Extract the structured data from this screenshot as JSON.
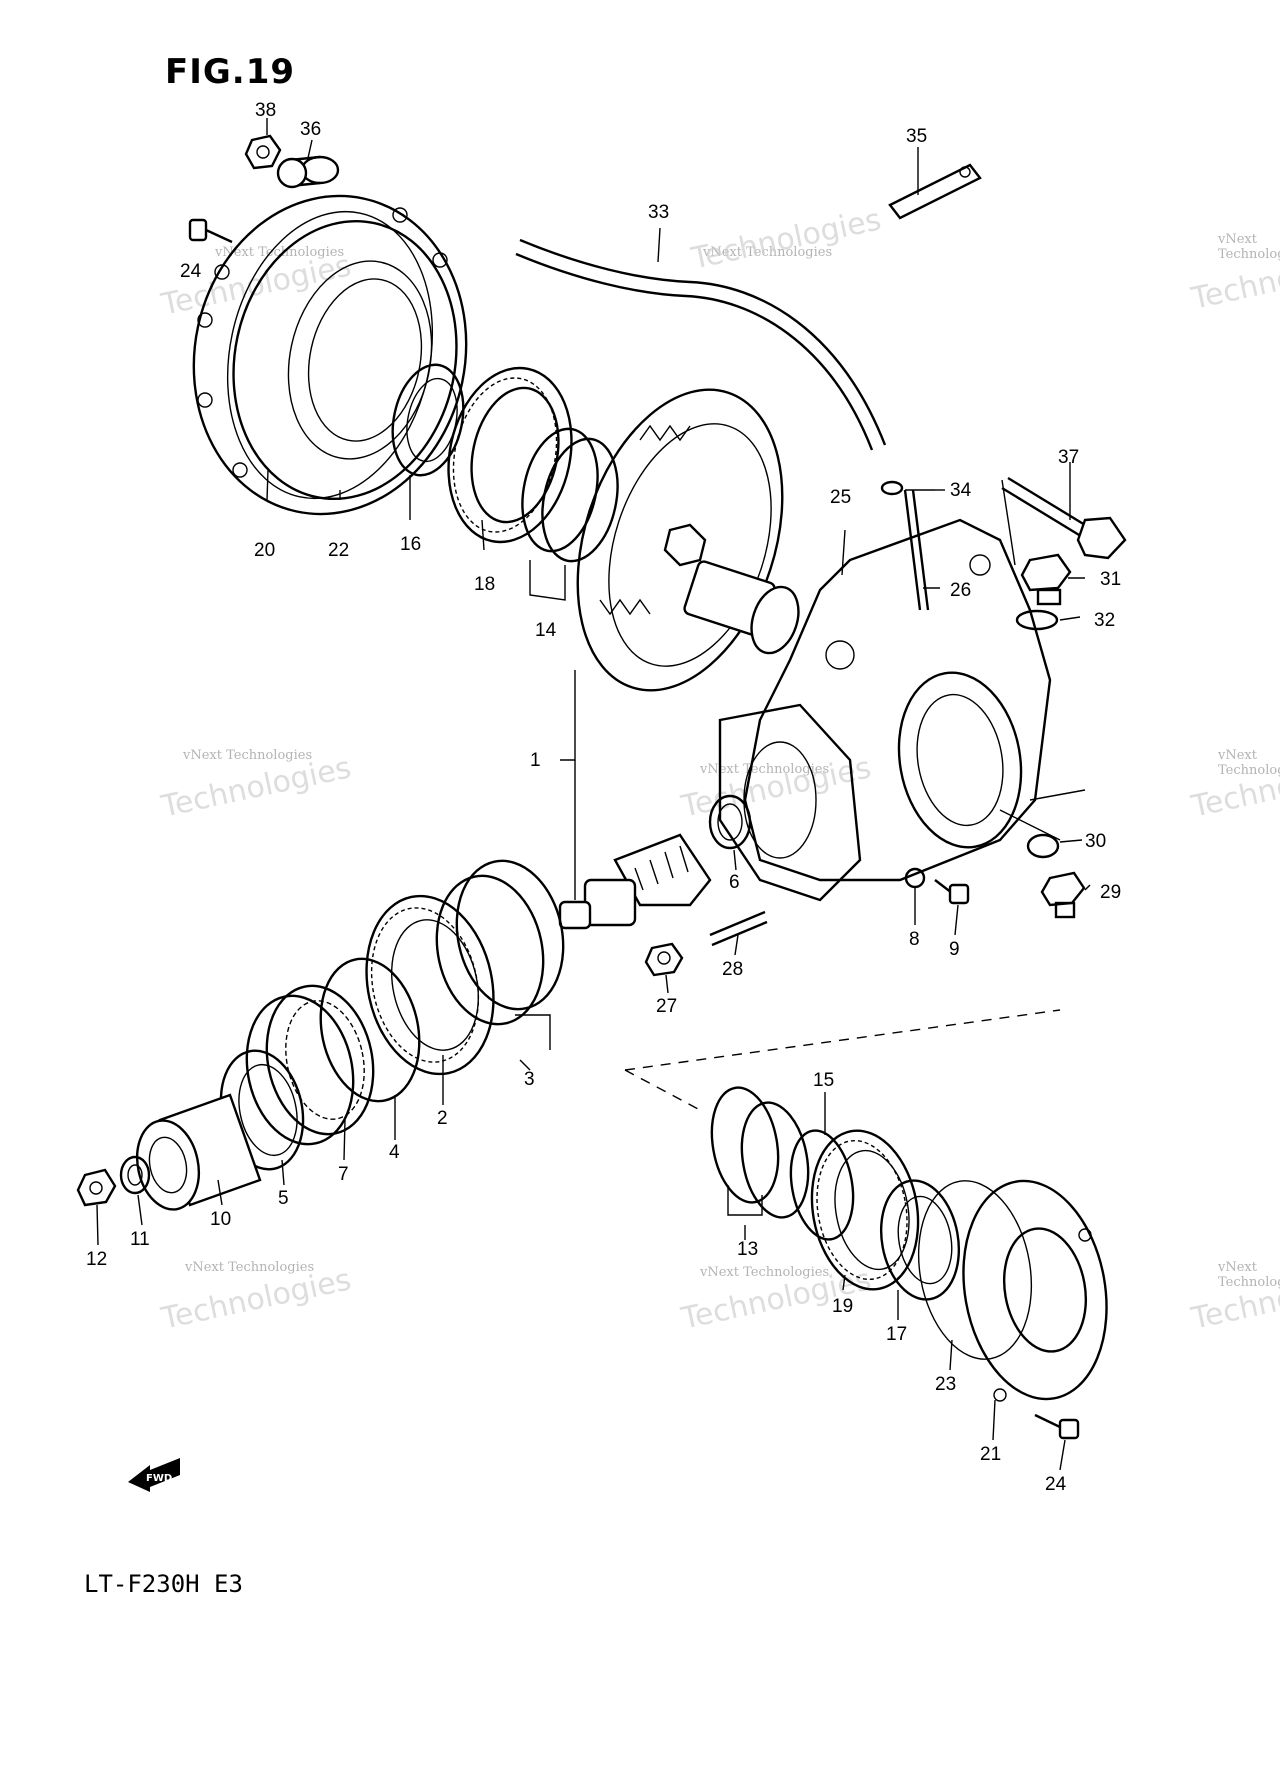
{
  "figure_title": "FIG.19",
  "model_code": "LT-F230H E3",
  "watermark": {
    "line1": "vNext Technologies",
    "line2": "Technologies"
  },
  "fwd_label": "FWD",
  "callouts": {
    "c1": "1",
    "c2": "2",
    "c3": "3",
    "c4": "4",
    "c5": "5",
    "c6": "6",
    "c7": "7",
    "c8": "8",
    "c9": "9",
    "c10": "10",
    "c11": "11",
    "c12": "12",
    "c13": "13",
    "c14": "14",
    "c15": "15",
    "c16": "16",
    "c17": "17",
    "c18": "18",
    "c19": "19",
    "c20": "20",
    "c21": "21",
    "c22": "22",
    "c23": "23",
    "c24a": "24",
    "c24b": "24",
    "c25": "25",
    "c26": "26",
    "c27": "27",
    "c28": "28",
    "c29": "29",
    "c30": "30",
    "c31": "31",
    "c32": "32",
    "c33": "33",
    "c34": "34",
    "c35": "35",
    "c36": "36",
    "c37": "37",
    "c38": "38"
  }
}
